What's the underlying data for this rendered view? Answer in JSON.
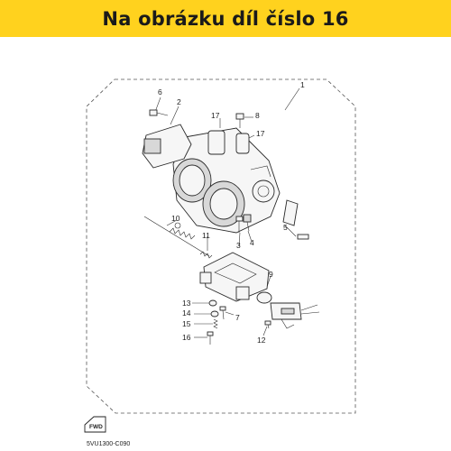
{
  "banner": {
    "text": "Na obrázku díl číslo 16",
    "background": "#ffd21e"
  },
  "diagram_code": "5VU1300-C090",
  "fwd_label": "FWD",
  "callouts": [
    {
      "id": "c1",
      "text": "1"
    },
    {
      "id": "c2",
      "text": "2"
    },
    {
      "id": "c3",
      "text": "3"
    },
    {
      "id": "c4",
      "text": "4"
    },
    {
      "id": "c5",
      "text": "5"
    },
    {
      "id": "c6",
      "text": "6"
    },
    {
      "id": "c7",
      "text": "7"
    },
    {
      "id": "c8",
      "text": "8"
    },
    {
      "id": "c9",
      "text": "9"
    },
    {
      "id": "c10",
      "text": "10"
    },
    {
      "id": "c11",
      "text": "11"
    },
    {
      "id": "c12",
      "text": "12"
    },
    {
      "id": "c13",
      "text": "13"
    },
    {
      "id": "c14",
      "text": "14"
    },
    {
      "id": "c15",
      "text": "15"
    },
    {
      "id": "c16",
      "text": "16"
    },
    {
      "id": "c17a",
      "text": "17"
    },
    {
      "id": "c17b",
      "text": "17"
    }
  ]
}
